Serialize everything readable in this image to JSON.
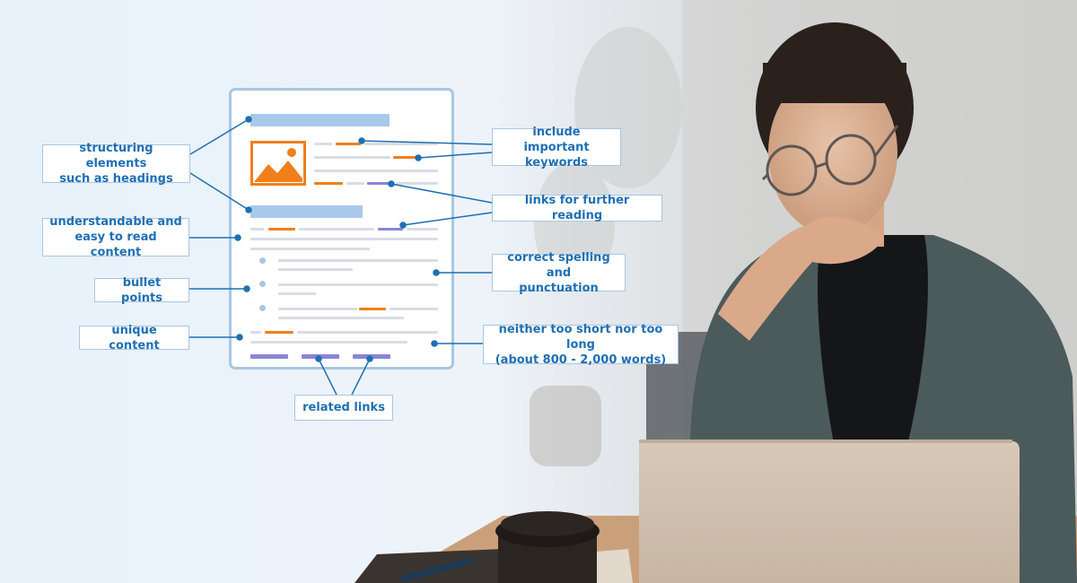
{
  "labels": {
    "structuring_line1": "structuring elements",
    "structuring_line2": "such as headings",
    "understandable_line1": "understandable and",
    "understandable_line2": "easy to read content",
    "bullet_points": "bullet points",
    "unique_content": "unique content",
    "related_links": "related links",
    "keywords_line1": "include important",
    "keywords_line2": "keywords",
    "further_reading": "links for further reading",
    "spelling_line1": "correct spelling and",
    "spelling_line2": "punctuation",
    "length_line1": "neither too short nor too long",
    "length_line2": "(about 800 - 2,000 words)"
  },
  "colors": {
    "accent": "#1f6fb3",
    "keyword": "#f07f1a",
    "link": "#8a84d6",
    "heading": "#a9c9ea"
  },
  "icons": {
    "image_placeholder": "image-icon"
  }
}
